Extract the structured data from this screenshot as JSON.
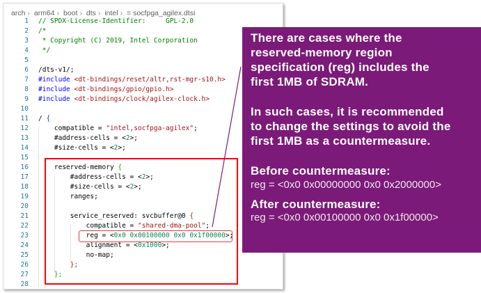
{
  "breadcrumb": {
    "items": [
      "arch",
      "arm64",
      "boot",
      "dts",
      "intel"
    ],
    "file": "socfpga_agilex.dtsi",
    "file_icon": "menu-lines-icon"
  },
  "code": [
    [
      [
        "// SPDX-License-Identifier:     GPL-2.0",
        "cm"
      ]
    ],
    [
      [
        "/*",
        "cm"
      ]
    ],
    [
      [
        " * Copyright (C) 2019, Intel Corporation",
        "cm"
      ]
    ],
    [
      [
        " */",
        "cm"
      ]
    ],
    [],
    [
      [
        "/dts-v1/;",
        ""
      ]
    ],
    [
      [
        "#include",
        "kw"
      ],
      [
        " <dt-bindings/reset/altr,rst-mgr-s10.h>",
        "st"
      ]
    ],
    [
      [
        "#include",
        "kw"
      ],
      [
        " <dt-bindings/gpio/gpio.h>",
        "st"
      ]
    ],
    [
      [
        "#include",
        "kw"
      ],
      [
        " <dt-bindings/clock/agilex-clock.h>",
        "st"
      ]
    ],
    [],
    [
      [
        "/ ",
        ""
      ],
      [
        "{",
        "br"
      ]
    ],
    [
      [
        "    compatible = ",
        ""
      ],
      [
        "\"intel,socfpga-agilex\"",
        "st"
      ],
      [
        ";",
        ""
      ]
    ],
    [
      [
        "    #address-cells = <",
        ""
      ],
      [
        "2",
        "nm"
      ],
      [
        ">;",
        ""
      ]
    ],
    [
      [
        "    #size-cells = <",
        ""
      ],
      [
        "2",
        "nm"
      ],
      [
        ">;",
        ""
      ]
    ],
    [],
    [
      [
        "    reserved-memory ",
        ""
      ],
      [
        "{",
        "br2"
      ]
    ],
    [
      [
        "        #address-cells = <",
        ""
      ],
      [
        "2",
        "nm"
      ],
      [
        ">;",
        ""
      ]
    ],
    [
      [
        "        #size-cells = <",
        ""
      ],
      [
        "2",
        "nm"
      ],
      [
        ">;",
        ""
      ]
    ],
    [
      [
        "        ranges;",
        ""
      ]
    ],
    [],
    [
      [
        "        service_reserved: svcbuffer@0 ",
        ""
      ],
      [
        "{",
        "br3"
      ]
    ],
    [
      [
        "            compatible = ",
        ""
      ],
      [
        "\"shared-dma-pool\"",
        "st"
      ],
      [
        ";",
        ""
      ]
    ],
    [
      [
        "            reg = <",
        ""
      ],
      [
        "0x0 0x00100000 0x0 0x1f00000",
        "nm"
      ],
      [
        ">;",
        ""
      ]
    ],
    [
      [
        "            alignment = <",
        ""
      ],
      [
        "0x1000",
        "nm"
      ],
      [
        ">;",
        ""
      ]
    ],
    [
      [
        "            no-map;",
        ""
      ]
    ],
    [
      [
        "        ",
        ""
      ],
      [
        "};",
        "br3"
      ]
    ],
    [
      [
        "    ",
        ""
      ],
      [
        "};",
        "br2"
      ]
    ],
    []
  ],
  "callout": {
    "para1": [
      "There are cases where the",
      "reserved-memory region",
      "specification (reg) includes the",
      "first 1MB of SDRAM."
    ],
    "para2": [
      "In such cases, it is recommended",
      "to change the settings to avoid the",
      "first 1MB as a countermeasure."
    ],
    "before_label": "Before countermeasure:",
    "before_value": "reg = <0x0 0x00000000 0x0 0x2000000>",
    "after_label": "After countermeasure:",
    "after_value": "reg = <0x0 0x00100000 0x0 0x1f00000>",
    "background": "#7b1a78",
    "highlight_color": "#ff0000"
  }
}
